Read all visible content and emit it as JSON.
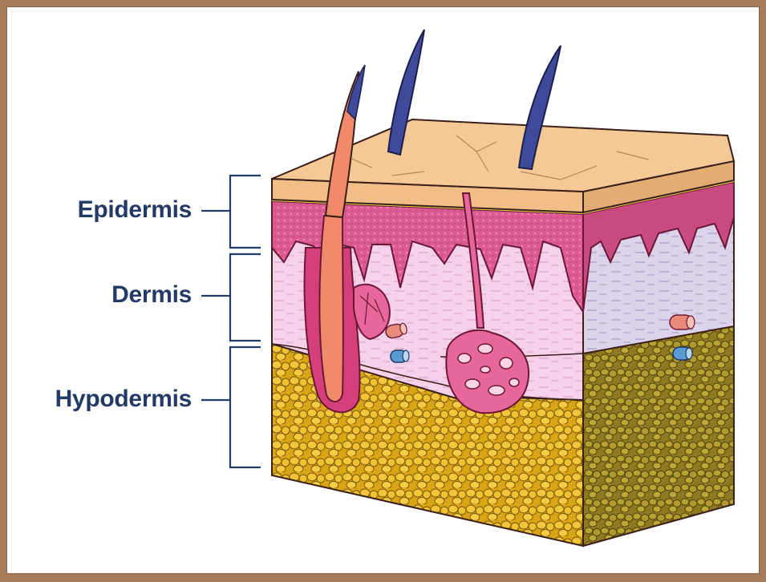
{
  "labels": {
    "epidermis": "Epidermis",
    "dermis": "Dermis",
    "hypodermis": "Hypodermis"
  },
  "colors": {
    "label_text": "#233a66",
    "bracket": "#233a66",
    "skin_surface": "#f2c48f",
    "epidermis_pink": "#d9528a",
    "dermis": "#f4cde6",
    "dermis_side": "#ddd4ea",
    "fat": "#e4b31a",
    "fat_side": "#b39b2b",
    "hair_shaft": "#3f4a9b",
    "hair_root": "#f08a6a",
    "vessel_red": "#e88a7a",
    "vessel_blue": "#5a9bd1",
    "outline": "#3a1f1a",
    "background_border": "#a67c5b"
  }
}
